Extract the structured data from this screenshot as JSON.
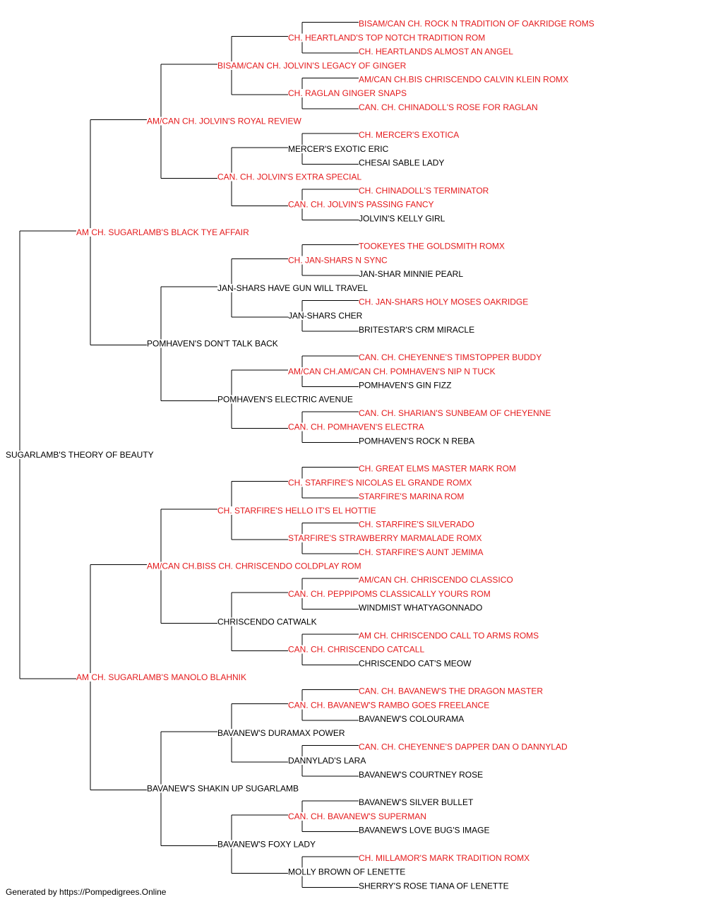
{
  "colors": {
    "champion": "#e41a1c",
    "normal": "#000000",
    "line": "#000000"
  },
  "pedigree": {
    "name": "SUGARLAMB'S THEORY OF BEAUTY",
    "champion": false,
    "sire": {
      "name": "AM CH. SUGARLAMB'S BLACK TYE AFFAIR",
      "champion": true,
      "sire": {
        "name": "AM/CAN CH. JOLVIN'S ROYAL REVIEW",
        "champion": true,
        "sire": {
          "name": "BISAM/CAN CH. JOLVIN'S LEGACY OF GINGER",
          "champion": true,
          "sire": {
            "name": "CH. HEARTLAND'S TOP NOTCH TRADITION ROM",
            "champion": true,
            "sire": {
              "name": "BISAM/CAN CH. ROCK N TRADITION OF OAKRIDGE ROMS",
              "champion": true
            },
            "dam": {
              "name": "CH. HEARTLANDS ALMOST AN ANGEL",
              "champion": true
            }
          },
          "dam": {
            "name": "CH. RAGLAN GINGER SNAPS",
            "champion": true,
            "sire": {
              "name": "AM/CAN CH.BIS CHRISCENDO CALVIN KLEIN ROMX",
              "champion": true
            },
            "dam": {
              "name": "CAN. CH. CHINADOLL'S ROSE FOR RAGLAN",
              "champion": true
            }
          }
        },
        "dam": {
          "name": "CAN. CH. JOLVIN'S EXTRA SPECIAL",
          "champion": true,
          "sire": {
            "name": "MERCER'S EXOTIC ERIC",
            "champion": false,
            "sire": {
              "name": "CH. MERCER'S EXOTICA",
              "champion": true
            },
            "dam": {
              "name": "CHESAI SABLE LADY",
              "champion": false
            }
          },
          "dam": {
            "name": "CAN. CH. JOLVIN'S PASSING FANCY",
            "champion": true,
            "sire": {
              "name": "CH. CHINADOLL'S TERMINATOR",
              "champion": true
            },
            "dam": {
              "name": "JOLVIN'S KELLY GIRL",
              "champion": false
            }
          }
        }
      },
      "dam": {
        "name": "POMHAVEN'S DON'T TALK BACK",
        "champion": false,
        "sire": {
          "name": "JAN-SHARS HAVE GUN WILL TRAVEL",
          "champion": false,
          "sire": {
            "name": "CH. JAN-SHARS N SYNC",
            "champion": true,
            "sire": {
              "name": "TOOKEYES THE GOLDSMITH ROMX",
              "champion": true
            },
            "dam": {
              "name": "JAN-SHAR MINNIE PEARL",
              "champion": false
            }
          },
          "dam": {
            "name": "JAN-SHARS CHER",
            "champion": false,
            "sire": {
              "name": "CH. JAN-SHARS HOLY MOSES OAKRIDGE",
              "champion": true
            },
            "dam": {
              "name": "BRITESTAR'S CRM MIRACLE",
              "champion": false
            }
          }
        },
        "dam": {
          "name": "POMHAVEN'S ELECTRIC AVENUE",
          "champion": false,
          "sire": {
            "name": "AM/CAN CH.AM/CAN CH. POMHAVEN'S NIP N TUCK",
            "champion": true,
            "sire": {
              "name": "CAN. CH. CHEYENNE'S TIMSTOPPER BUDDY",
              "champion": true
            },
            "dam": {
              "name": "POMHAVEN'S GIN FIZZ",
              "champion": false
            }
          },
          "dam": {
            "name": "CAN. CH. POMHAVEN'S ELECTRA",
            "champion": true,
            "sire": {
              "name": "CAN. CH. SHARIAN'S SUNBEAM OF CHEYENNE",
              "champion": true
            },
            "dam": {
              "name": "POMHAVEN'S ROCK N REBA",
              "champion": false
            }
          }
        }
      }
    },
    "dam": {
      "name": "AM CH. SUGARLAMB'S MANOLO BLAHNIK",
      "champion": true,
      "sire": {
        "name": "AM/CAN CH.BISS CH. CHRISCENDO COLDPLAY ROM",
        "champion": true,
        "sire": {
          "name": "CH. STARFIRE'S HELLO IT'S EL HOTTIE",
          "champion": true,
          "sire": {
            "name": "CH. STARFIRE'S NICOLAS EL GRANDE ROMX",
            "champion": true,
            "sire": {
              "name": "CH. GREAT ELMS MASTER MARK ROM",
              "champion": true
            },
            "dam": {
              "name": "STARFIRE'S MARINA ROM",
              "champion": true
            }
          },
          "dam": {
            "name": "STARFIRE'S STRAWBERRY MARMALADE ROMX",
            "champion": true,
            "sire": {
              "name": "CH. STARFIRE'S SILVERADO",
              "champion": true
            },
            "dam": {
              "name": "CH. STARFIRE'S AUNT JEMIMA",
              "champion": true
            }
          }
        },
        "dam": {
          "name": "CHRISCENDO CATWALK",
          "champion": false,
          "sire": {
            "name": "CAN. CH. PEPPIPOMS CLASSICALLY YOURS ROM",
            "champion": true,
            "sire": {
              "name": "AM/CAN CH. CHRISCENDO CLASSICO",
              "champion": true
            },
            "dam": {
              "name": "WINDMIST WHATYAGONNADO",
              "champion": false
            }
          },
          "dam": {
            "name": "CAN. CH. CHRISCENDO CATCALL",
            "champion": true,
            "sire": {
              "name": "AM CH. CHRISCENDO CALL TO ARMS ROMS",
              "champion": true
            },
            "dam": {
              "name": "CHRISCENDO CAT'S MEOW",
              "champion": false
            }
          }
        }
      },
      "dam": {
        "name": "BAVANEW'S SHAKIN UP SUGARLAMB",
        "champion": false,
        "sire": {
          "name": "BAVANEW'S DURAMAX POWER",
          "champion": false,
          "sire": {
            "name": "CAN. CH. BAVANEW'S RAMBO GOES FREELANCE",
            "champion": true,
            "sire": {
              "name": "CAN. CH. BAVANEW'S THE DRAGON MASTER",
              "champion": true
            },
            "dam": {
              "name": "BAVANEW'S COLOURAMA",
              "champion": false
            }
          },
          "dam": {
            "name": "DANNYLAD'S LARA",
            "champion": false,
            "sire": {
              "name": "CAN. CH. CHEYENNE'S DAPPER DAN O DANNYLAD",
              "champion": true
            },
            "dam": {
              "name": "BAVANEW'S COURTNEY ROSE",
              "champion": false
            }
          }
        },
        "dam": {
          "name": "BAVANEW'S FOXY LADY",
          "champion": false,
          "sire": {
            "name": "CAN. CH. BAVANEW'S SUPERMAN",
            "champion": true,
            "sire": {
              "name": "BAVANEW'S SILVER BULLET",
              "champion": false
            },
            "dam": {
              "name": "BAVANEW'S LOVE BUG'S IMAGE",
              "champion": false
            }
          },
          "dam": {
            "name": "MOLLY BROWN OF LENETTE",
            "champion": false,
            "sire": {
              "name": "CH. MILLAMOR'S MARK TRADITION ROMX",
              "champion": true
            },
            "dam": {
              "name": "SHERRY'S ROSE TIANA OF LENETTE",
              "champion": false
            }
          }
        }
      }
    }
  },
  "footer": {
    "text": "Generated by https://Pompedigrees.Online"
  }
}
